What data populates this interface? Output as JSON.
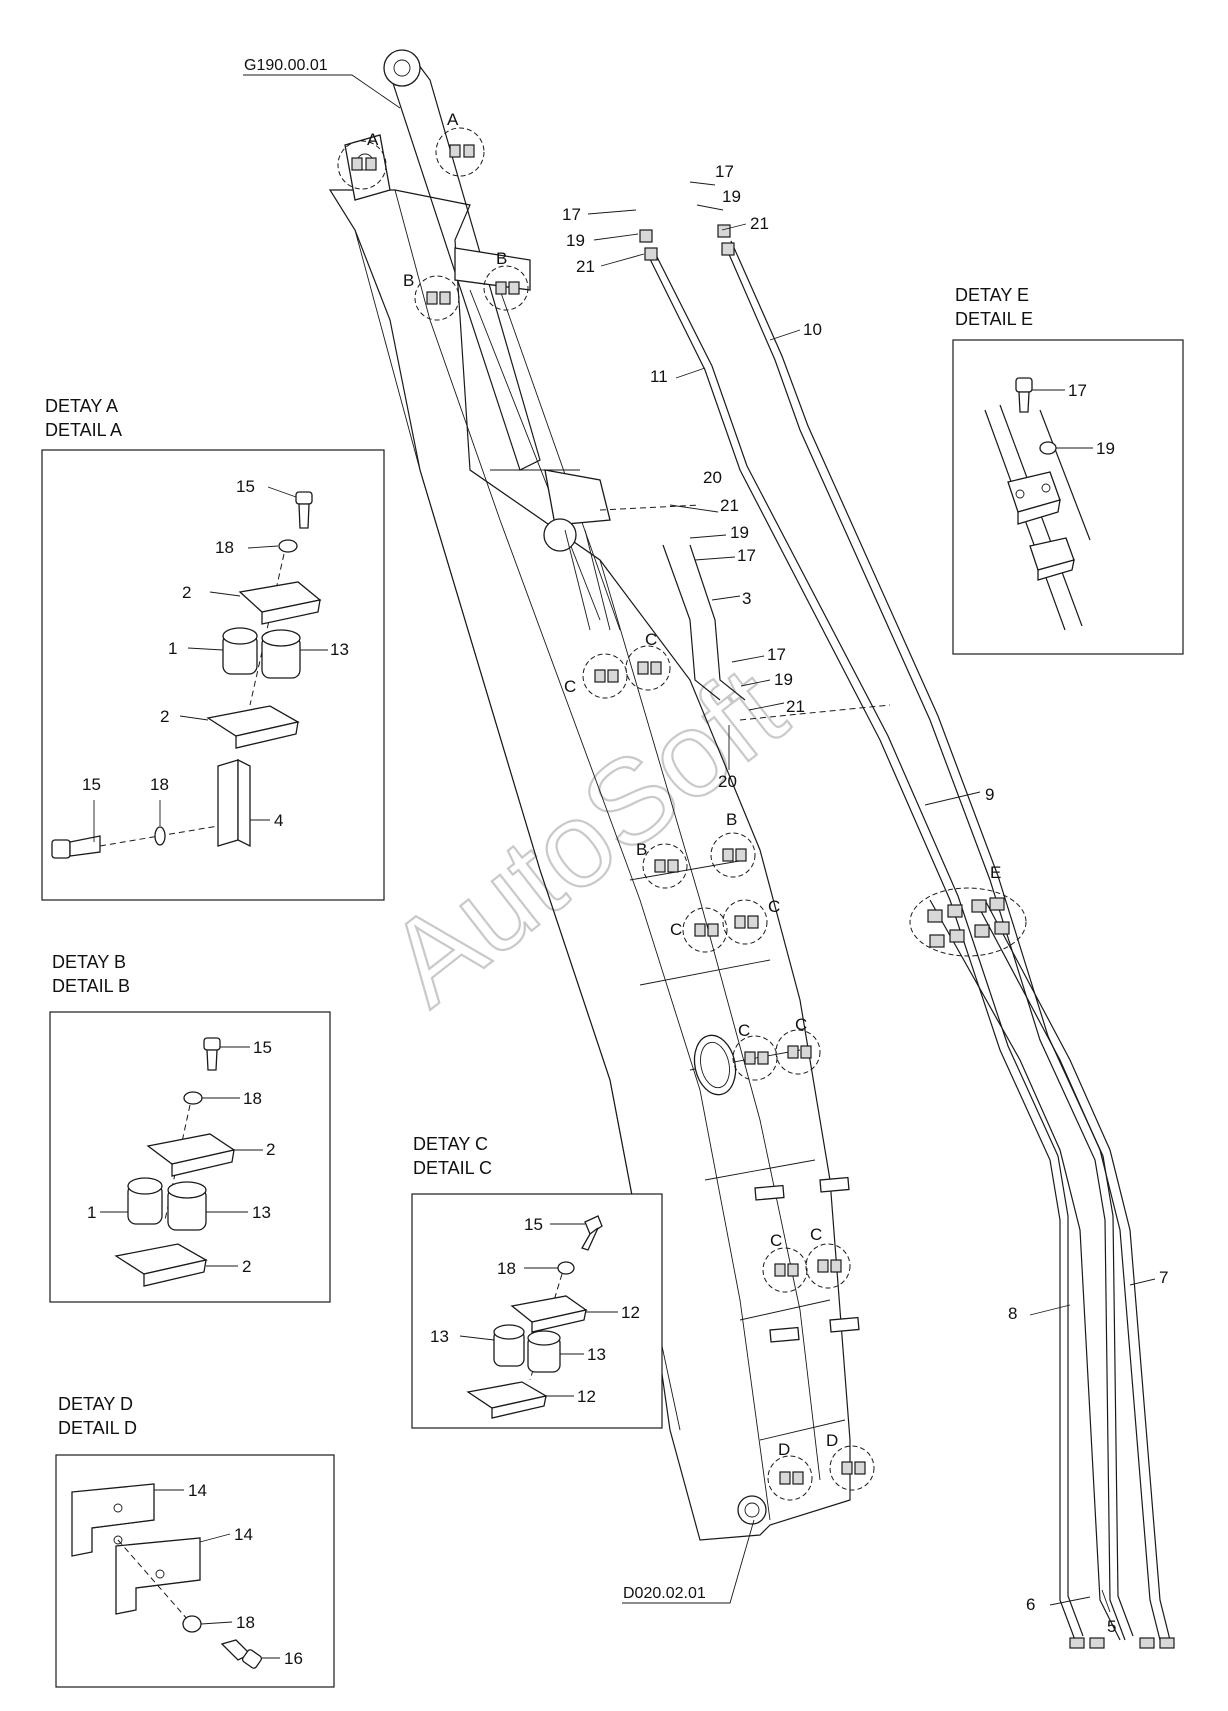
{
  "refs": {
    "top": "G190.00.01",
    "bottom": "D020.02.01"
  },
  "watermark": "AutoSoft",
  "details": {
    "a": {
      "tr": "DETAY A",
      "en": "DETAIL A"
    },
    "b": {
      "tr": "DETAY B",
      "en": "DETAIL B"
    },
    "c": {
      "tr": "DETAY C",
      "en": "DETAIL C"
    },
    "d": {
      "tr": "DETAY D",
      "en": "DETAIL D"
    },
    "e": {
      "tr": "DETAY E",
      "en": "DETAIL E"
    }
  },
  "letters": {
    "a": "A",
    "b": "B",
    "c": "C",
    "d": "D",
    "e": "E"
  },
  "parts": {
    "p1": "1",
    "p2": "2",
    "p3": "3",
    "p4": "4",
    "p5": "5",
    "p6": "6",
    "p7": "7",
    "p8": "8",
    "p9": "9",
    "p10": "10",
    "p11": "11",
    "p12": "12",
    "p13": "13",
    "p14": "14",
    "p15": "15",
    "p16": "16",
    "p17": "17",
    "p18": "18",
    "p19": "19",
    "p20": "20",
    "p21": "21"
  }
}
